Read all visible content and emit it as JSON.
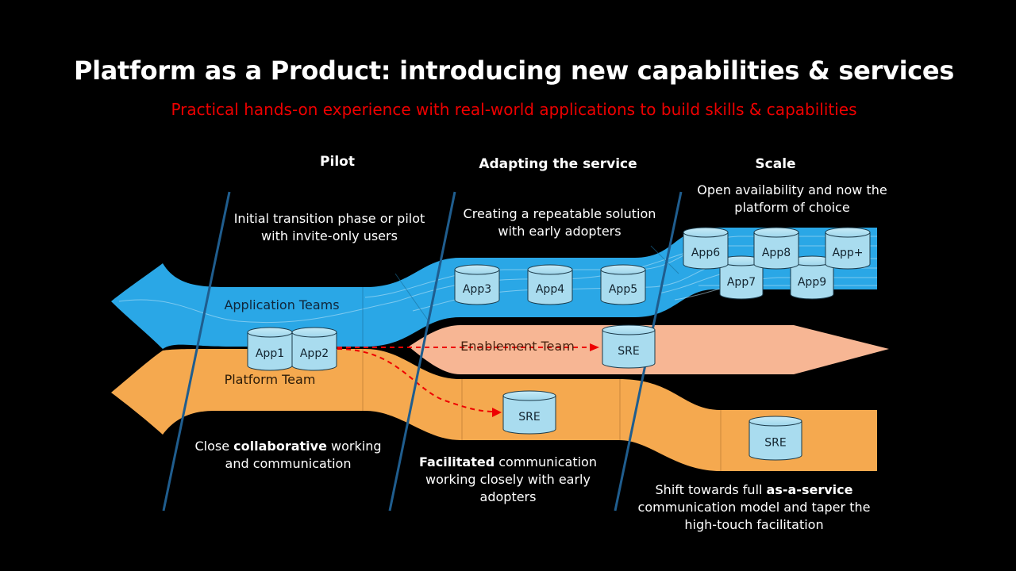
{
  "title": "Platform as a Product: introducing new capabilities & services",
  "subtitle": "Practical hands-on experience with real-world applications to build skills & capabilities",
  "phases": [
    {
      "label": "Pilot",
      "top": "Initial transition phase or pilot with invite-only users"
    },
    {
      "label": "Adapting the service",
      "top": "Creating a repeatable solution with early adopters"
    },
    {
      "label": "Scale",
      "top": "Open availability and now the platform of choice"
    }
  ],
  "bottom_notes": {
    "pilot": {
      "pre": "Close ",
      "bold": "collaborative",
      "post": " working and communication"
    },
    "adapting": {
      "pre": "",
      "bold": "Facilitated",
      "post": " communication working closely with early adopters"
    },
    "scale": {
      "pre": "Shift towards full ",
      "bold": "as-a-service",
      "post": " communication model and taper the high-touch facilitation"
    }
  },
  "streams": {
    "application_teams": "Application Teams",
    "platform_team": "Platform Team",
    "enablement_team": "Enablement Team"
  },
  "apps": {
    "app1": "App1",
    "app2": "App2",
    "app3": "App3",
    "app4": "App4",
    "app5": "App5",
    "app6": "App6",
    "app7": "App7",
    "app8": "App8",
    "app9": "App9",
    "app_plus": "App+"
  },
  "sre": {
    "enablement": "SRE",
    "platform_mid": "SRE",
    "platform_end": "SRE"
  },
  "colors": {
    "background": "#000000",
    "subtitle": "#ee0000",
    "application_stream": "#2aa7e6",
    "platform_stream": "#f5a94f",
    "enablement_stream": "#f7b694",
    "cylinder": "#a9dcef",
    "phase_divider": "#1f5d8e",
    "arrow": "#ee0000"
  }
}
